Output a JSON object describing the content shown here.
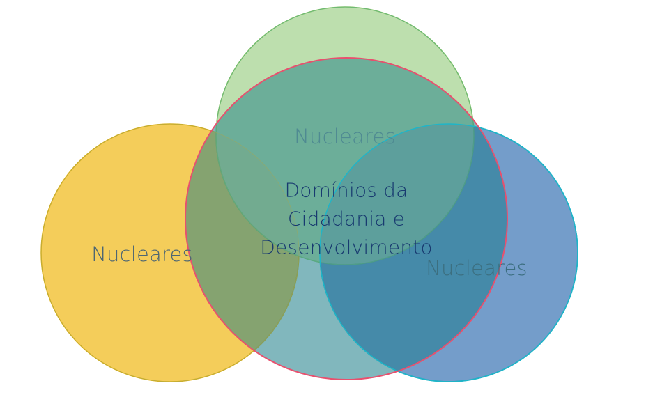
{
  "diagram": {
    "type": "venn",
    "center": {
      "label_lines": [
        "Domínios da",
        "Cidadania e",
        "Desenvolvimento"
      ],
      "fill": "#4f9aa0",
      "stroke": "#e8506e"
    },
    "circles": [
      {
        "id": "top",
        "label": "Nucleares",
        "fill": "#cfeab6",
        "stroke": "#8cc850"
      },
      {
        "id": "left",
        "label": "Nucleares",
        "fill": "#ffd45c",
        "stroke": "#f5b400"
      },
      {
        "id": "right",
        "label": "Nucleares",
        "fill": "#89abd4",
        "stroke": "#1fb5c8"
      }
    ]
  }
}
